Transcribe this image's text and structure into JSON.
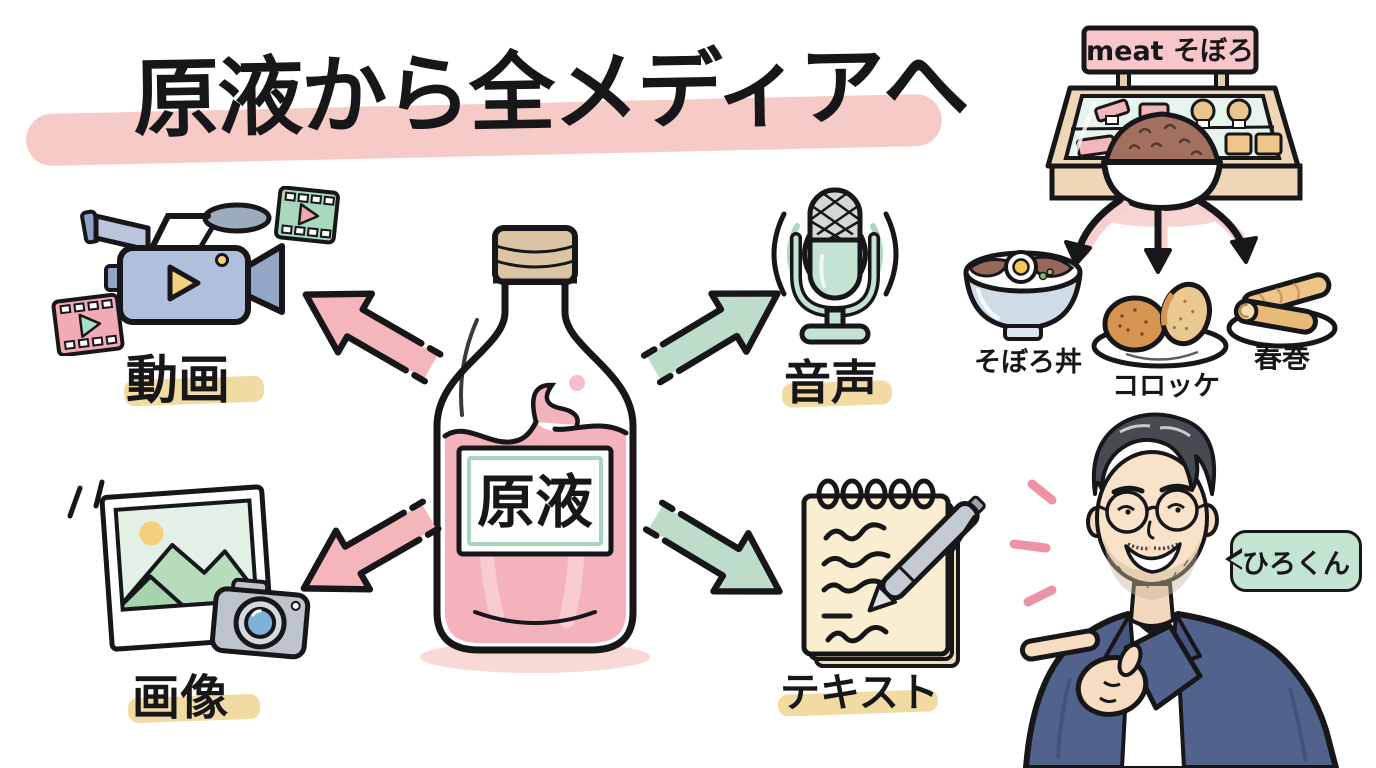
{
  "title": {
    "text": "原液から全メディアへ"
  },
  "bottle": {
    "label": "原液"
  },
  "media_items": [
    {
      "id": "video",
      "label": "動画",
      "icon": "video-camera-icon",
      "arrow": {
        "direction": "up-left",
        "color": "#f4b6ba"
      }
    },
    {
      "id": "audio",
      "label": "音声",
      "icon": "microphone-icon",
      "arrow": {
        "direction": "up-right",
        "color": "#bedcca"
      }
    },
    {
      "id": "image",
      "label": "画像",
      "icon": "photo-camera-icon",
      "arrow": {
        "direction": "down-left",
        "color": "#f4b6ba"
      }
    },
    {
      "id": "text",
      "label": "テキスト",
      "icon": "notepad-pen-icon",
      "arrow": {
        "direction": "down-right",
        "color": "#bedcca"
      }
    }
  ],
  "analogy": {
    "shop_sign": "meat そぼろ",
    "foods": [
      {
        "label": "そぼろ丼"
      },
      {
        "label": "コロッケ"
      },
      {
        "label": "春巻"
      }
    ],
    "person": {
      "name": "ひろくん"
    }
  },
  "colors": {
    "title_highlight": "#f6cbc7",
    "label_highlight": "#f2dba2",
    "arrow_pink": "#f4b6ba",
    "arrow_green": "#bedcca",
    "liquid_pink": "#f4b2bc",
    "bottle_cap": "#dbc4a4",
    "speech_bubble": "#c2e4d0",
    "shop_sign_bg": "#f7c6ca"
  }
}
